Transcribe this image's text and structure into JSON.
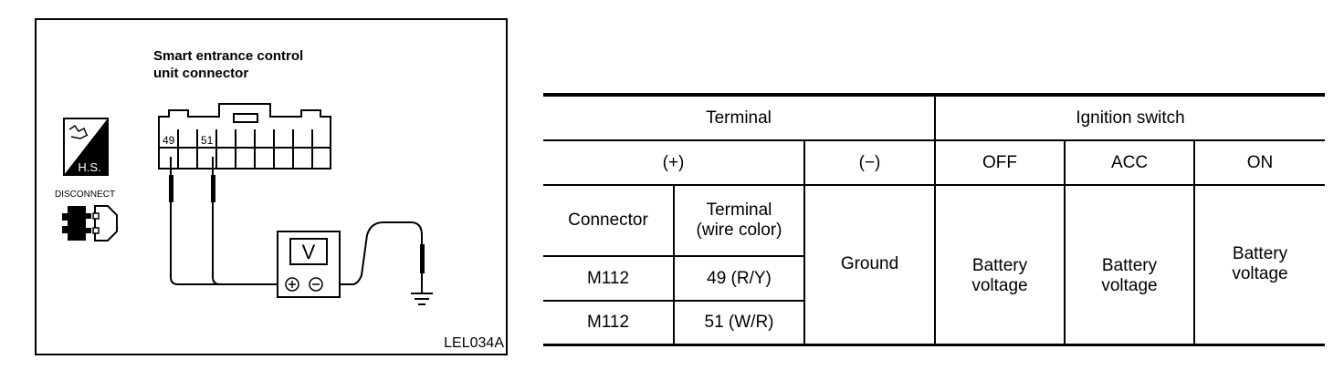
{
  "diagram": {
    "caption_line1": "Smart entrance control",
    "caption_line2": "unit connector",
    "pin_left": "49",
    "pin_right": "51",
    "hs_badge": "H.S.",
    "disconnect_label": "DISCONNECT",
    "meter_label": "V",
    "figure_id": "LEL034A",
    "icons": [
      "harness-icon",
      "disconnect-connector-icon",
      "voltmeter-icon",
      "ground-icon"
    ]
  },
  "table": {
    "header_terminal": "Terminal",
    "header_ignition": "Ignition switch",
    "header_plus": "(+)",
    "header_minus": "(−)",
    "header_off": "OFF",
    "header_acc": "ACC",
    "header_on": "ON",
    "header_connector": "Connector",
    "header_terminal_wire_line1": "Terminal",
    "header_terminal_wire_line2": "(wire color)",
    "ground": "Ground",
    "battery_line1": "Battery",
    "battery_line2": "voltage",
    "rows": [
      {
        "connector": "M112",
        "terminal": "49 (R/Y)"
      },
      {
        "connector": "M112",
        "terminal": "51 (W/R)"
      }
    ]
  }
}
